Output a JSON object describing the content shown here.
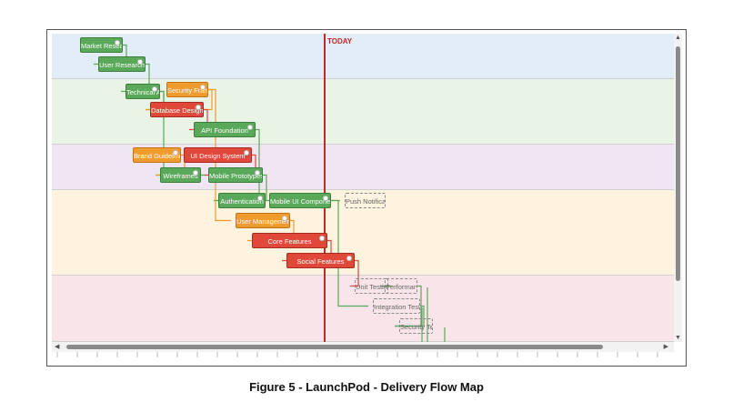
{
  "today_label": "TODAY",
  "caption": "Figure 5 - LaunchPod - Delivery Flow Map",
  "colors": {
    "green": "#5aa85a",
    "orange": "#ef9b2d",
    "red": "#e0483a",
    "today": "#c62828",
    "band_blue": "#e3edf8",
    "band_green": "#e9f4e7",
    "band_purple": "#efe5f3",
    "band_yellow": "#fdf3df",
    "band_pink": "#f9e4ea"
  },
  "bands": [
    {
      "color": "#e3edf8"
    },
    {
      "color": "#e9f4e7"
    },
    {
      "color": "#efe5f3"
    },
    {
      "color": "#fdf3df"
    },
    {
      "color": "#f9e4ea"
    }
  ],
  "tasks": [
    {
      "id": "t1",
      "label": "Market Research",
      "status": "green"
    },
    {
      "id": "t2",
      "label": "User Research",
      "status": "green"
    },
    {
      "id": "t3",
      "label": "Technical Architecture",
      "status": "green"
    },
    {
      "id": "t4",
      "label": "Security Framework",
      "status": "orange"
    },
    {
      "id": "t5",
      "label": "Database Design",
      "status": "red"
    },
    {
      "id": "t6",
      "label": "API Foundation",
      "status": "green"
    },
    {
      "id": "t7",
      "label": "Brand Guidelines",
      "status": "orange"
    },
    {
      "id": "t8",
      "label": "UI Design System",
      "status": "red"
    },
    {
      "id": "t9",
      "label": "Wireframes",
      "status": "green"
    },
    {
      "id": "t10",
      "label": "Mobile Prototypes",
      "status": "green"
    },
    {
      "id": "t11",
      "label": "Authentication",
      "status": "green"
    },
    {
      "id": "t12",
      "label": "Mobile UI Components",
      "status": "green"
    },
    {
      "id": "t13",
      "label": "Push Notifications",
      "status": "ghost"
    },
    {
      "id": "t14",
      "label": "User Management",
      "status": "orange"
    },
    {
      "id": "t15",
      "label": "Core Features",
      "status": "red"
    },
    {
      "id": "t16",
      "label": "Social Features",
      "status": "red"
    },
    {
      "id": "t17",
      "label": "Unit Testing",
      "status": "ghost"
    },
    {
      "id": "t18",
      "label": "Performance Testing",
      "status": "ghost"
    },
    {
      "id": "t19",
      "label": "Integration Testing",
      "status": "ghost"
    },
    {
      "id": "t20",
      "label": "Security Testing",
      "status": "ghost"
    }
  ]
}
